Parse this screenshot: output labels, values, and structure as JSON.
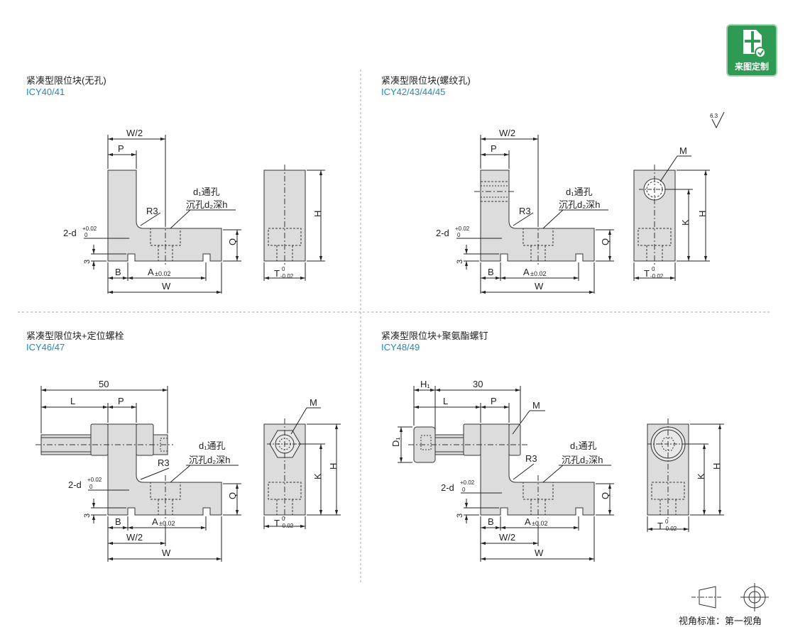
{
  "badge": {
    "label": "来图定制",
    "icon": "file-edit-icon",
    "color": "#2e9a53"
  },
  "sections": [
    {
      "title": "紧凑型限位块(无孔)",
      "model": "ICY40/41"
    },
    {
      "title": "紧凑型限位块(螺纹孔)",
      "model": "ICY42/43/44/45"
    },
    {
      "title": "紧凑型限位块+定位螺栓",
      "model": "ICY46/47"
    },
    {
      "title": "紧凑型限位块+聚氨酯螺钉",
      "model": "ICY48/49"
    }
  ],
  "labels": {
    "W2": "W/2",
    "P": "P",
    "W": "W",
    "B": "B",
    "A": "A",
    "A_tol": "±0.02",
    "R3": "R3",
    "Q": "Q",
    "H": "H",
    "K": "K",
    "M": "M",
    "L": "L",
    "three": "3",
    "hole": "2-d",
    "hole_tol_top": "+0.02",
    "hole_tol_bot": "0",
    "d1": "d₁通孔",
    "d2": "沉孔d₂深h",
    "T": "T",
    "T_tol_top": "0",
    "T_tol_bot": "-0.02",
    "fifty": "50",
    "thirty": "30",
    "H1": "H₁",
    "D1": "D₁",
    "roughness": "6.3"
  },
  "footer": {
    "view_standard": "视角标准：第一视角"
  }
}
